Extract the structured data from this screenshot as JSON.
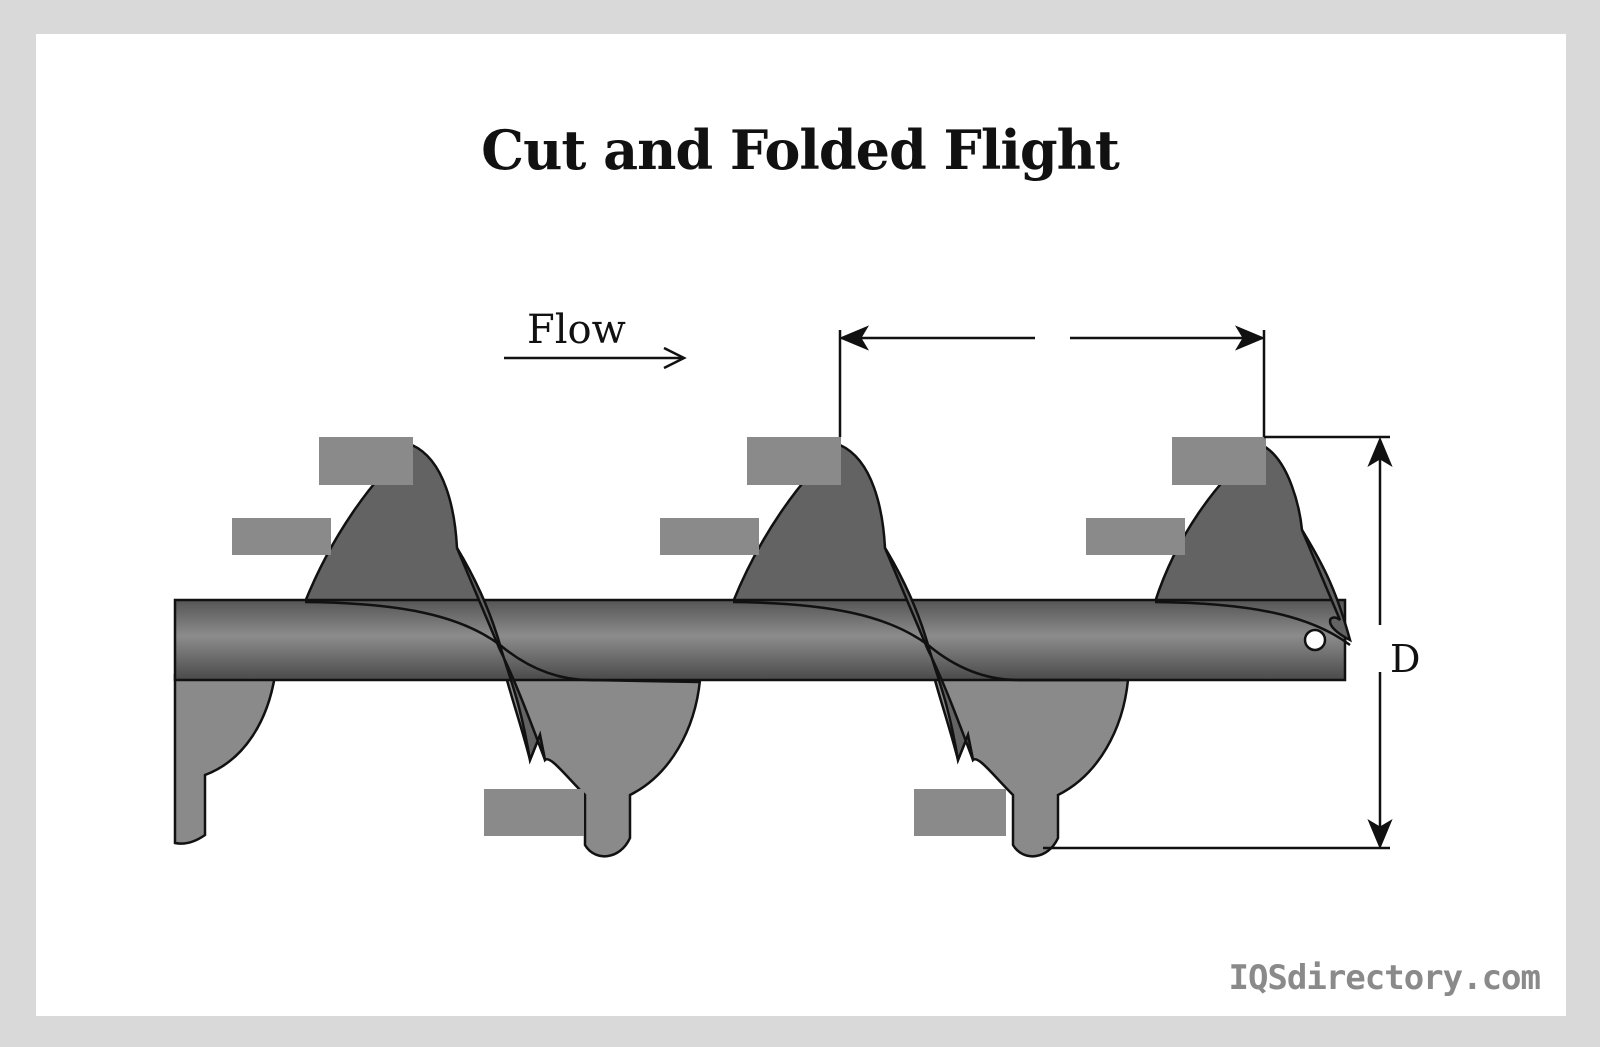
{
  "title": "Cut and Folded Flight",
  "labels": {
    "flow": "Flow",
    "diameter": "D"
  },
  "brand": "IQSdirectory.com",
  "colors": {
    "flight_dark": "#636363",
    "flight_light": "#8a8a8a",
    "label_box": "#8a8a8a",
    "frame": "#d9d9d9"
  }
}
